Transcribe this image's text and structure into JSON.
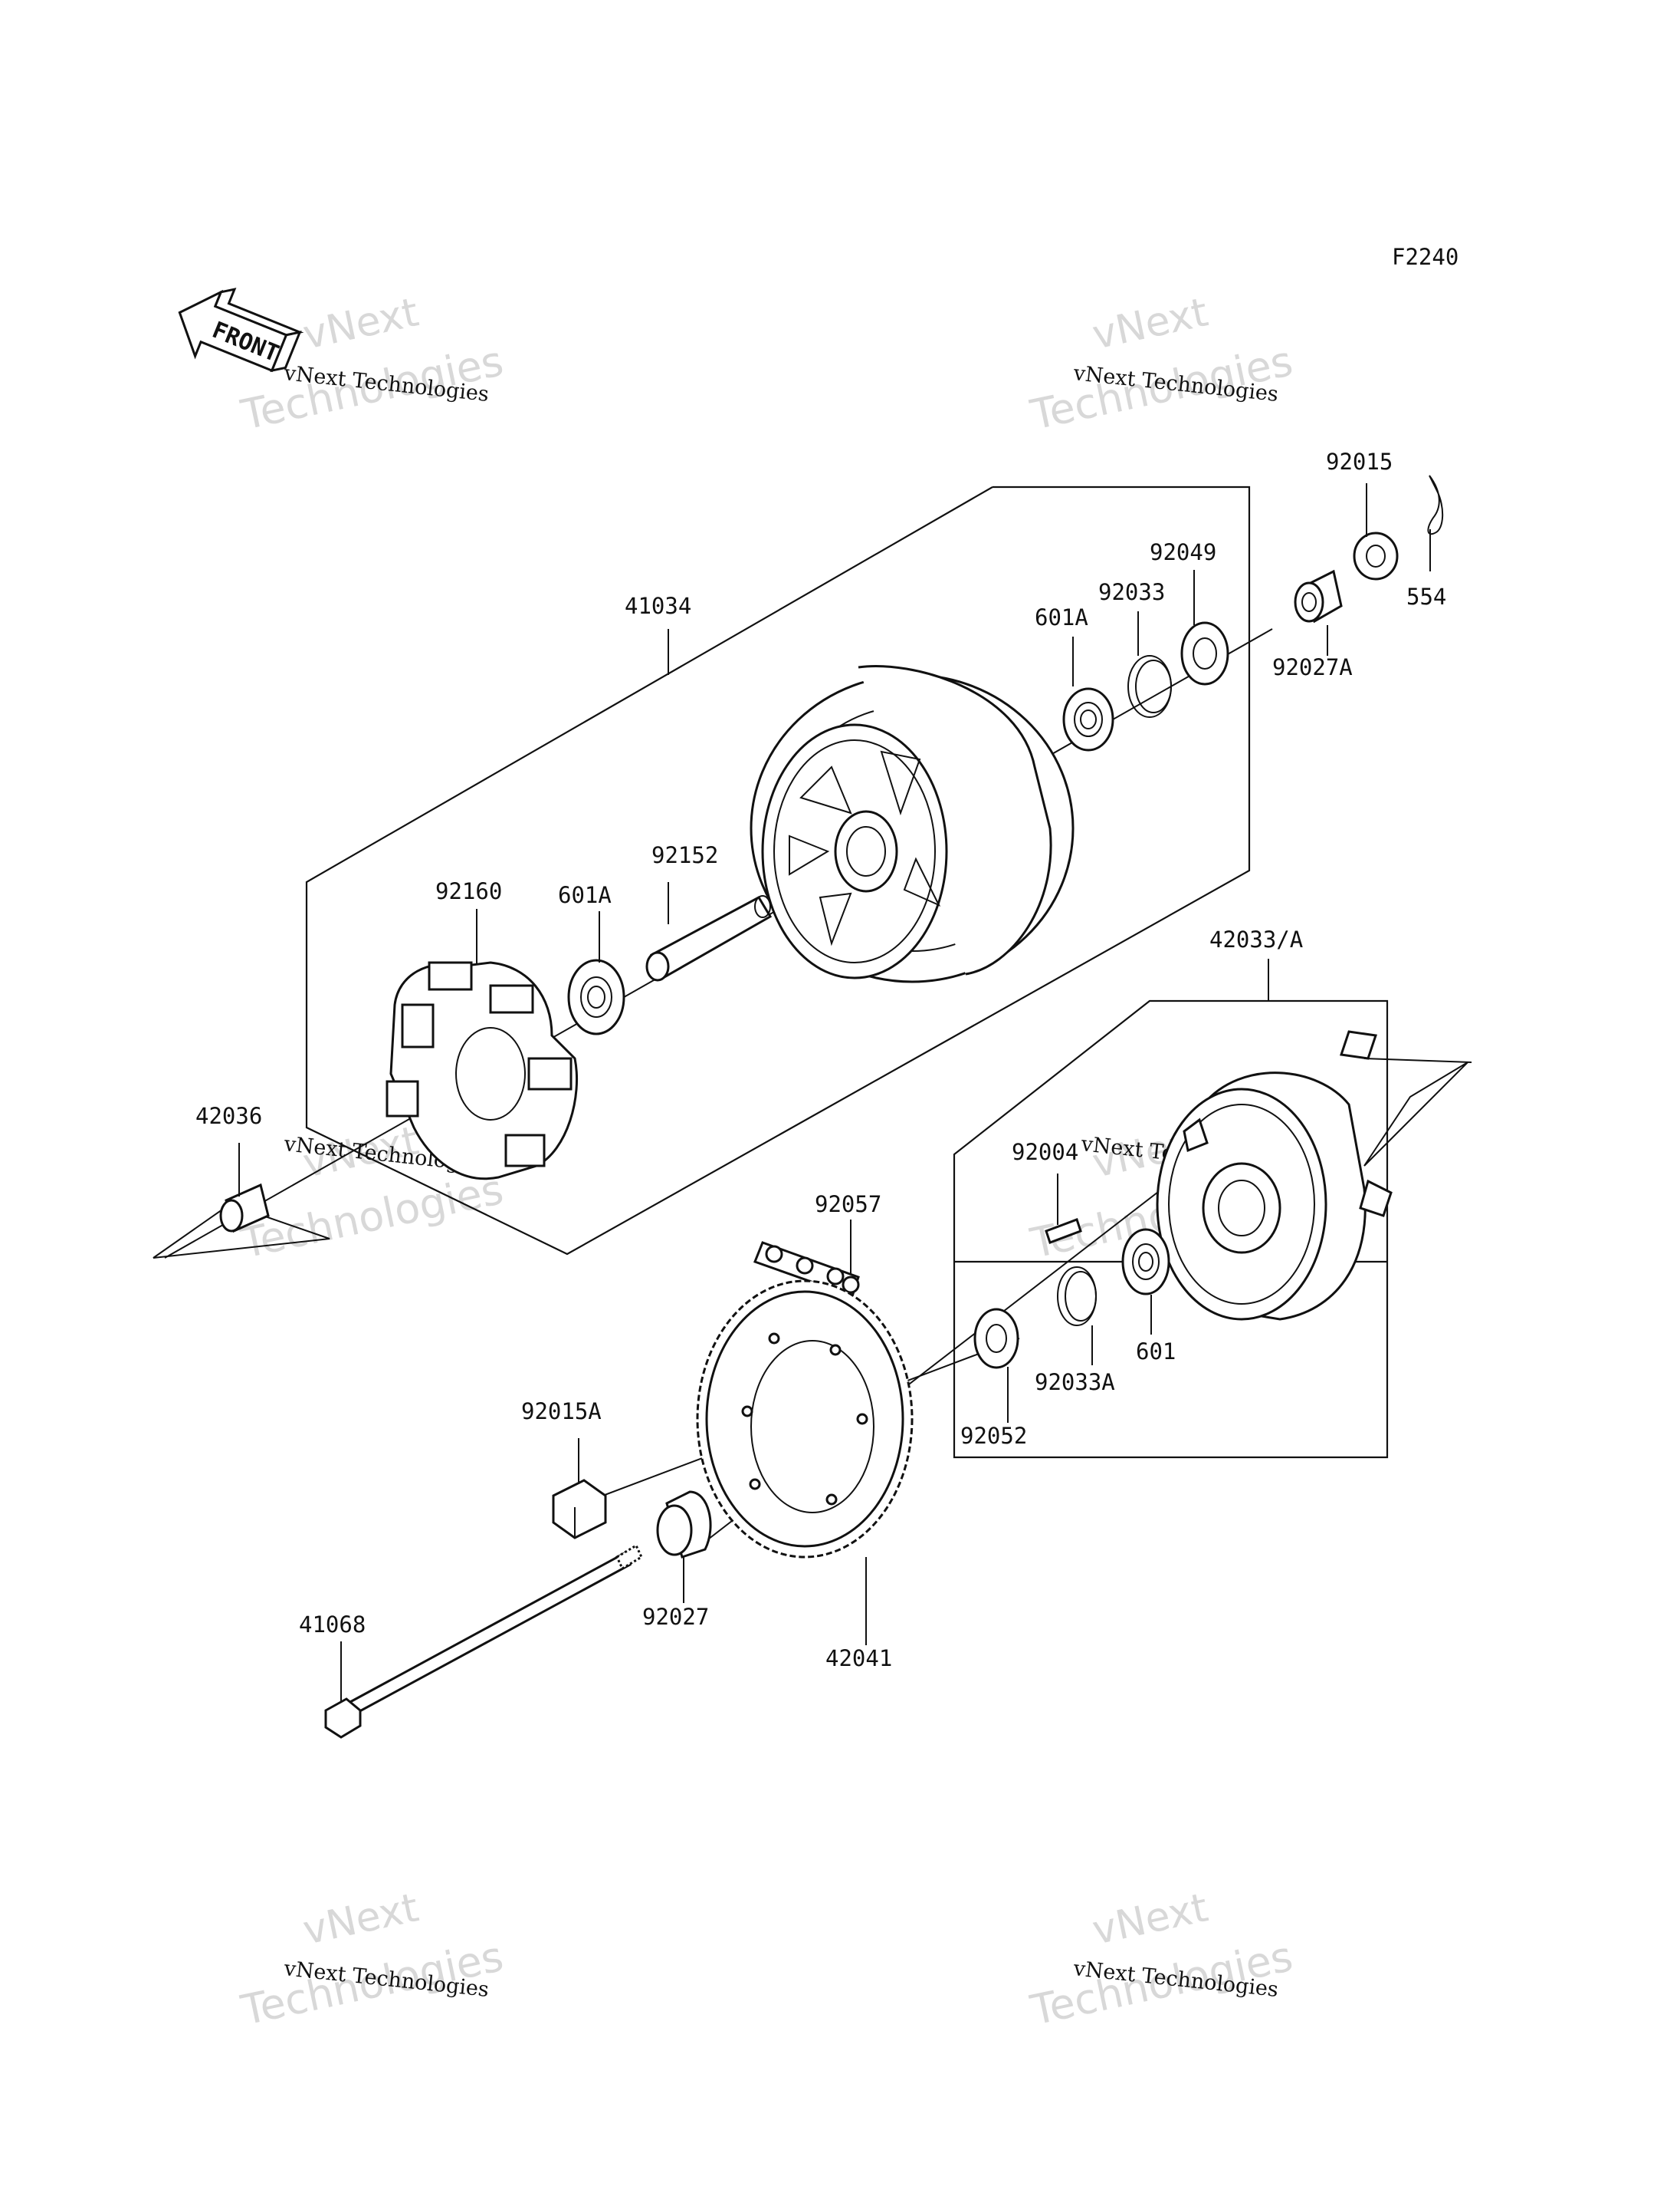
{
  "diagram_code": "F2240",
  "front_label": "FRONT",
  "watermarks": [
    {
      "big": "vNext",
      "big2": "Technologies",
      "small": "vNext Technologies"
    },
    {
      "big": "vNext",
      "big2": "Technologies",
      "small": "vNext Technologies"
    },
    {
      "big": "vNext",
      "big2": "Technologies",
      "small": "vNext Technologies"
    },
    {
      "big": "vNext",
      "big2": "Technologies",
      "small": "vNext Technologies"
    },
    {
      "big": "vNext",
      "big2": "Technologies",
      "small": "vNext Technologies"
    },
    {
      "big": "vNext",
      "big2": "Technologies",
      "small": "vNext Technologies"
    }
  ],
  "parts": {
    "p92015": "92015",
    "p554": "554",
    "p92049": "92049",
    "p92033": "92033",
    "p601A_top": "601A",
    "p92027A": "92027A",
    "p41034": "41034",
    "p92152": "92152",
    "p92160": "92160",
    "p601A_mid": "601A",
    "p42033A": "42033/A",
    "p42036": "42036",
    "p92004": "92004",
    "p92057": "92057",
    "p601": "601",
    "p92033A": "92033A",
    "p92052": "92052",
    "p92015A": "92015A",
    "p92027": "92027",
    "p42041": "42041",
    "p41068": "41068"
  }
}
